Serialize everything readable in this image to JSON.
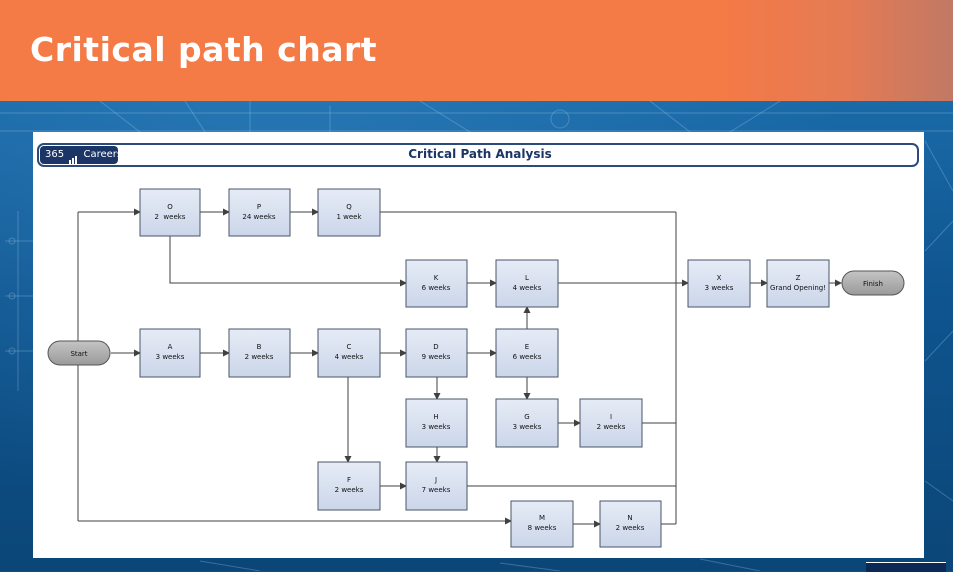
{
  "banner": {
    "title": "Critical path chart"
  },
  "panel": {
    "logo": {
      "number": "365",
      "text": "Careers"
    },
    "title": "Critical Path Analysis"
  },
  "nodes": {
    "start": {
      "label": "Start"
    },
    "finish": {
      "label": "Finish"
    },
    "O": {
      "letter": "O",
      "duration": "2  weeks"
    },
    "P": {
      "letter": "P",
      "duration": "24 weeks"
    },
    "Q": {
      "letter": "Q",
      "duration": "1 week"
    },
    "K": {
      "letter": "K",
      "duration": "6 weeks"
    },
    "L": {
      "letter": "L",
      "duration": "4 weeks"
    },
    "X": {
      "letter": "X",
      "duration": "3 weeks"
    },
    "Z": {
      "letter": "Z",
      "duration": "Grand Opening!"
    },
    "A": {
      "letter": "A",
      "duration": "3 weeks"
    },
    "B": {
      "letter": "B",
      "duration": "2 weeks"
    },
    "C": {
      "letter": "C",
      "duration": "4 weeks"
    },
    "D": {
      "letter": "D",
      "duration": "9 weeks"
    },
    "E": {
      "letter": "E",
      "duration": "6 weeks"
    },
    "H": {
      "letter": "H",
      "duration": "3 weeks"
    },
    "G": {
      "letter": "G",
      "duration": "3 weeks"
    },
    "I": {
      "letter": "I",
      "duration": "2 weeks"
    },
    "F": {
      "letter": "F",
      "duration": "2 weeks"
    },
    "J": {
      "letter": "J",
      "duration": "7 weeks"
    },
    "M": {
      "letter": "M",
      "duration": "8 weeks"
    },
    "N": {
      "letter": "N",
      "duration": "2 weeks"
    }
  },
  "colors": {
    "banner": "#f47a46",
    "node_fill": "#dbe3f1",
    "node_border": "#4a5568",
    "terminal_fill": "#a6a6a6",
    "arrow": "#404040",
    "header_border": "#2c4a7a"
  }
}
